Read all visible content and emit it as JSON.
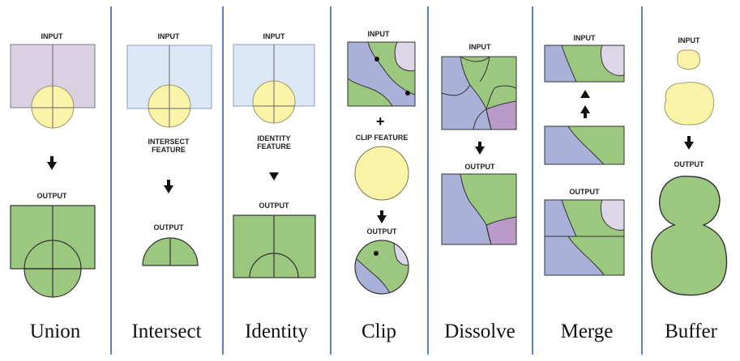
{
  "operations": [
    {
      "title": "Union",
      "input": "INPUT",
      "output": "OUTPUT"
    },
    {
      "title": "Intersect",
      "input": "INPUT",
      "feature_line1": "INTERSECT",
      "feature_line2": "FEATURE",
      "output": "OUTPUT"
    },
    {
      "title": "Identity",
      "input": "INPUT",
      "feature_line1": "IDENTITY",
      "feature_line2": "FEATURE",
      "output": "OUTPUT"
    },
    {
      "title": "Clip",
      "input": "INPUT",
      "feature": "CLIP FEATURE",
      "output": "OUTPUT"
    },
    {
      "title": "Dissolve",
      "input": "INPUT",
      "output": "OUTPUT"
    },
    {
      "title": "Merge",
      "input": "INPUT",
      "output": "OUTPUT"
    },
    {
      "title": "Buffer",
      "input": "INPUT",
      "output": "OUTPUT"
    }
  ],
  "colors": {
    "purple": "#d9d0e2",
    "light_blue": "#dde8f6",
    "yellow": "#faf3a8",
    "green": "#9cc77f",
    "blue": "#a9b1d8",
    "violet": "#b99ac9",
    "lavender": "#ddd6e8",
    "separator": "#5b7fc0"
  }
}
